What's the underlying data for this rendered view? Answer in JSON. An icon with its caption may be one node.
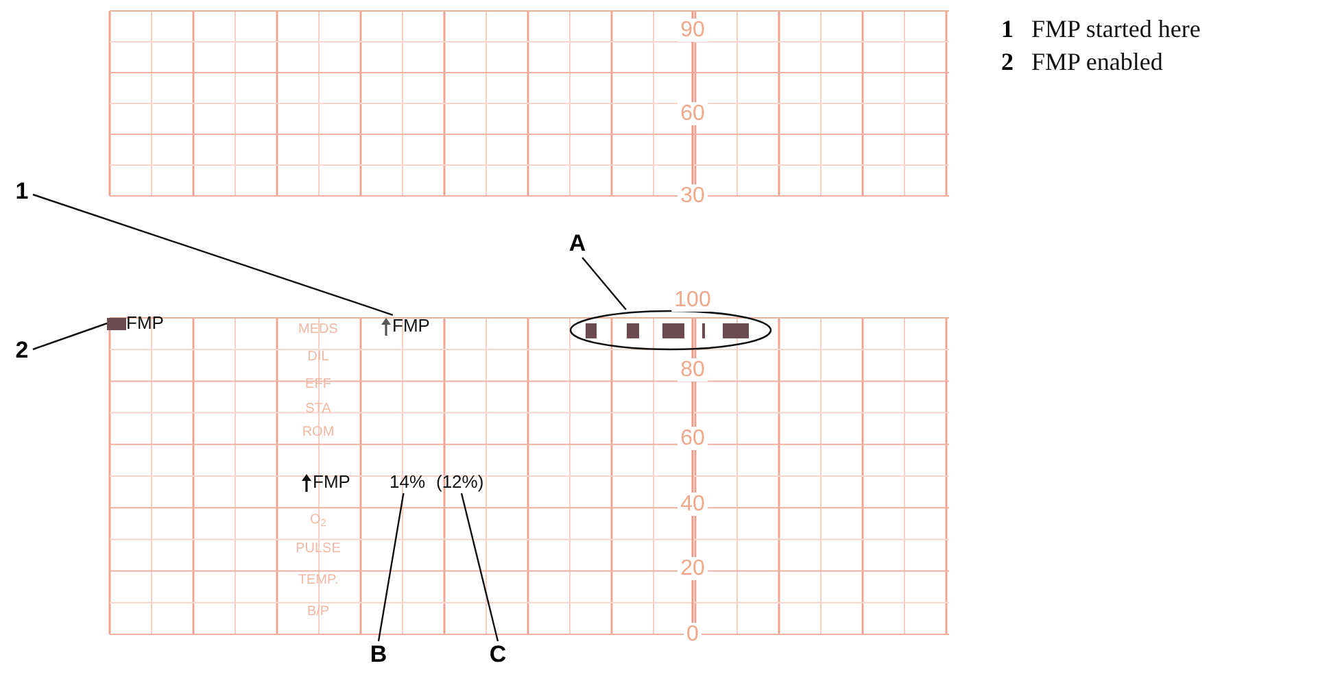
{
  "diagram": {
    "nodes": [
      {
        "text": [
          "1"
        ]
      },
      {
        "text": [
          "FMP"
        ]
      },
      {
        "text": [
          "2"
        ]
      },
      {
        "text": [
          "FMP"
        ]
      },
      {
        "text": [
          "A"
        ]
      },
      {
        "text": [],
        "shape": "ellipse"
      },
      {
        "text": [
          "B"
        ]
      },
      {
        "text": [
          "14%"
        ]
      },
      {
        "text": [
          "C"
        ]
      },
      {
        "text": [
          "(12%)"
        ]
      }
    ],
    "edges": [
      {
        "from": 0,
        "to": 1,
        "arrow": "none"
      },
      {
        "from": 2,
        "to": 3,
        "arrow": "none"
      },
      {
        "from": 4,
        "to": 5,
        "arrow": "none"
      },
      {
        "from": 6,
        "to": 7,
        "arrow": "none"
      },
      {
        "from": 8,
        "to": 9,
        "arrow": "none"
      }
    ],
    "labels": [
      "1",
      "FMP started here",
      "2",
      "FMP enabled",
      "90",
      "60",
      "30",
      "100",
      "80",
      "60",
      "40",
      "20",
      "0",
      "MEDS",
      "DIL",
      "EFF",
      "STA",
      "ROM",
      "FMP",
      "O$_{2}$",
      "PULSE",
      "TEMP.",
      "B/P"
    ]
  }
}
